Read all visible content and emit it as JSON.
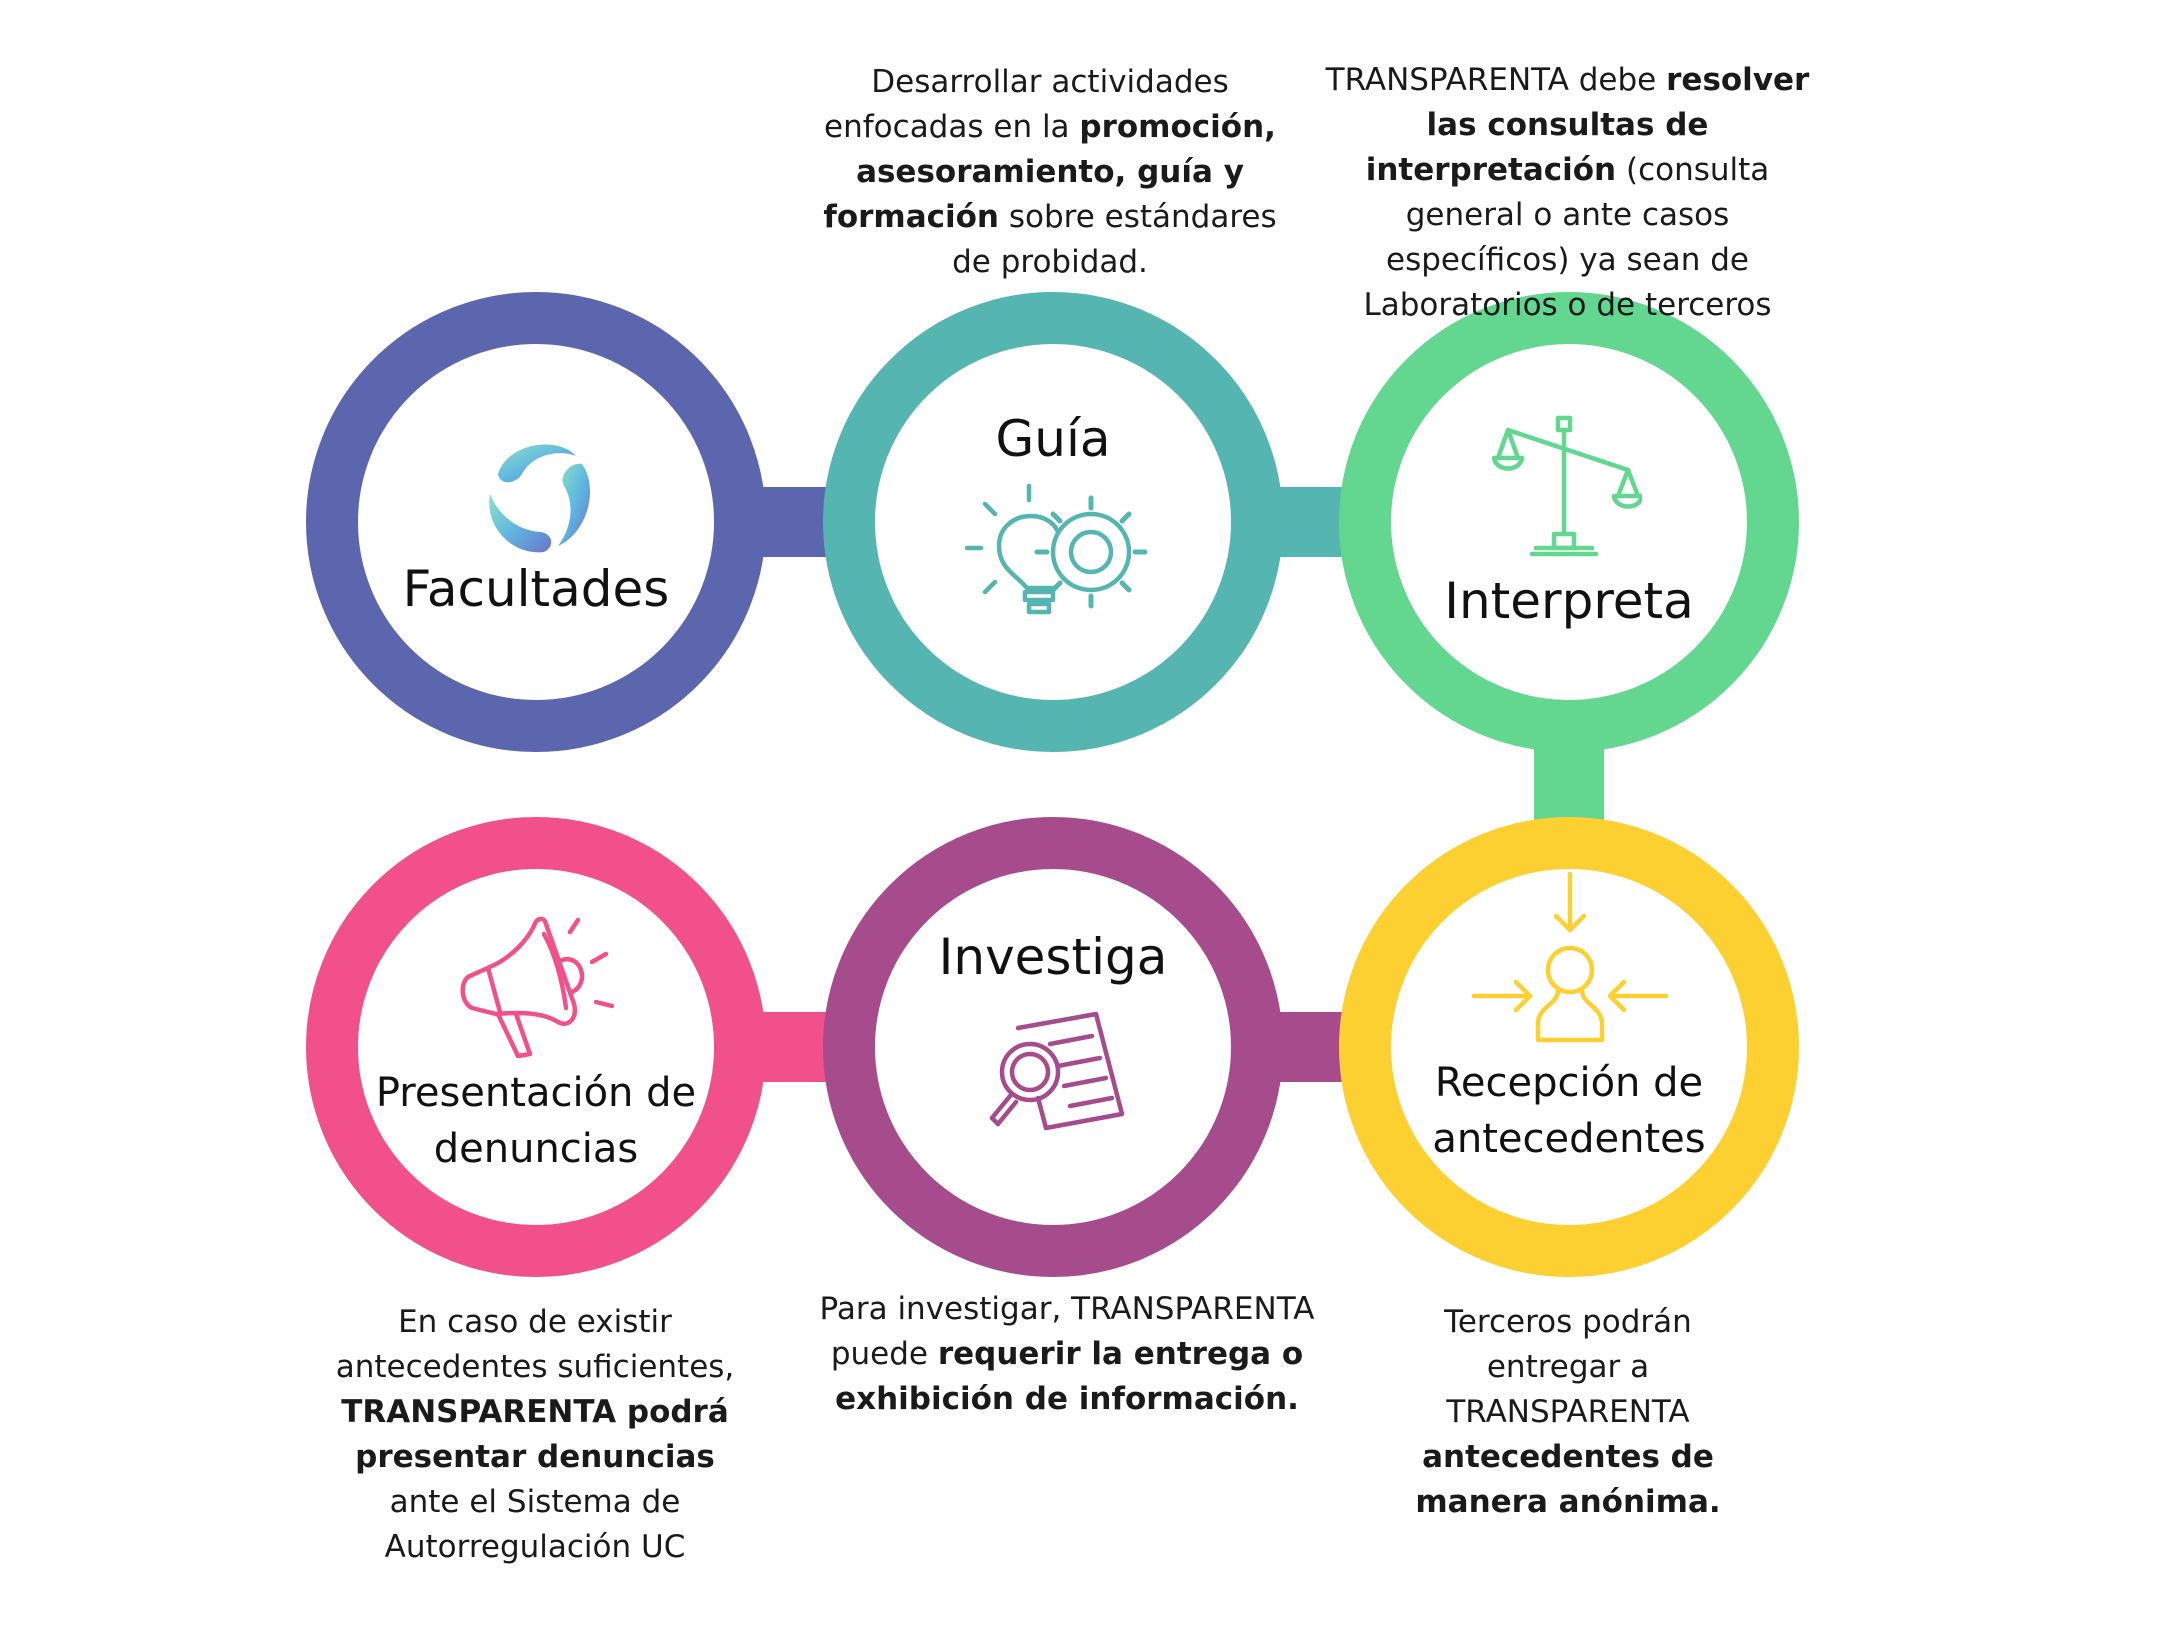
{
  "colors": {
    "facultades": "#5b66ae",
    "guia": "#55b5b0",
    "interpreta": "#63d690",
    "recepcion": "#fdd031",
    "investiga": "#a64b8b",
    "denuncias": "#f1508a",
    "text": "#111111"
  },
  "nodes": {
    "facultades": {
      "label": "Facultades",
      "icon": "swirl-logo-icon"
    },
    "guia": {
      "label": "Guía",
      "icon": "lightbulb-gear-icon",
      "desc": [
        {
          "t": "Desarrollar actividades "
        },
        {
          "t": "enfocadas en la "
        },
        {
          "t": "promoción, ",
          "b": true
        },
        {
          "t": "asesoramiento, guía y ",
          "b": true
        },
        {
          "t": "formación",
          "b": true
        },
        {
          "t": " sobre estándares de probidad."
        }
      ]
    },
    "interpreta": {
      "label": "Interpreta",
      "icon": "scales-icon",
      "desc": [
        {
          "t": "TRANSPARENTA debe "
        },
        {
          "t": "resolver las consultas de interpretación",
          "b": true
        },
        {
          "t": " (consulta general o ante casos específicos) ya sean de Laboratorios o de terceros"
        }
      ]
    },
    "recepcion": {
      "label": "Recepción de antecedentes",
      "label_lines": [
        "Recepción de",
        "antecedentes"
      ],
      "icon": "person-arrows-icon",
      "desc": [
        {
          "t": "Terceros podrán entregar a TRANSPARENTA "
        },
        {
          "t": "antecedentes de manera anónima.",
          "b": true
        }
      ]
    },
    "investiga": {
      "label": "Investiga",
      "icon": "document-magnifier-icon",
      "desc": [
        {
          "t": "Para investigar, TRANSPARENTA puede "
        },
        {
          "t": "requerir la entrega o exhibición de información.",
          "b": true
        }
      ]
    },
    "denuncias": {
      "label": "Presentación de denuncias",
      "label_lines": [
        "Presentación de",
        "denuncias"
      ],
      "icon": "megaphone-icon",
      "desc": [
        {
          "t": "En caso de existir antecedentes suficientes, "
        },
        {
          "t": "TRANSPARENTA podrá presentar denuncias",
          "b": true
        },
        {
          "t": " ante el Sistema de Autorregulación  UC"
        }
      ]
    }
  }
}
